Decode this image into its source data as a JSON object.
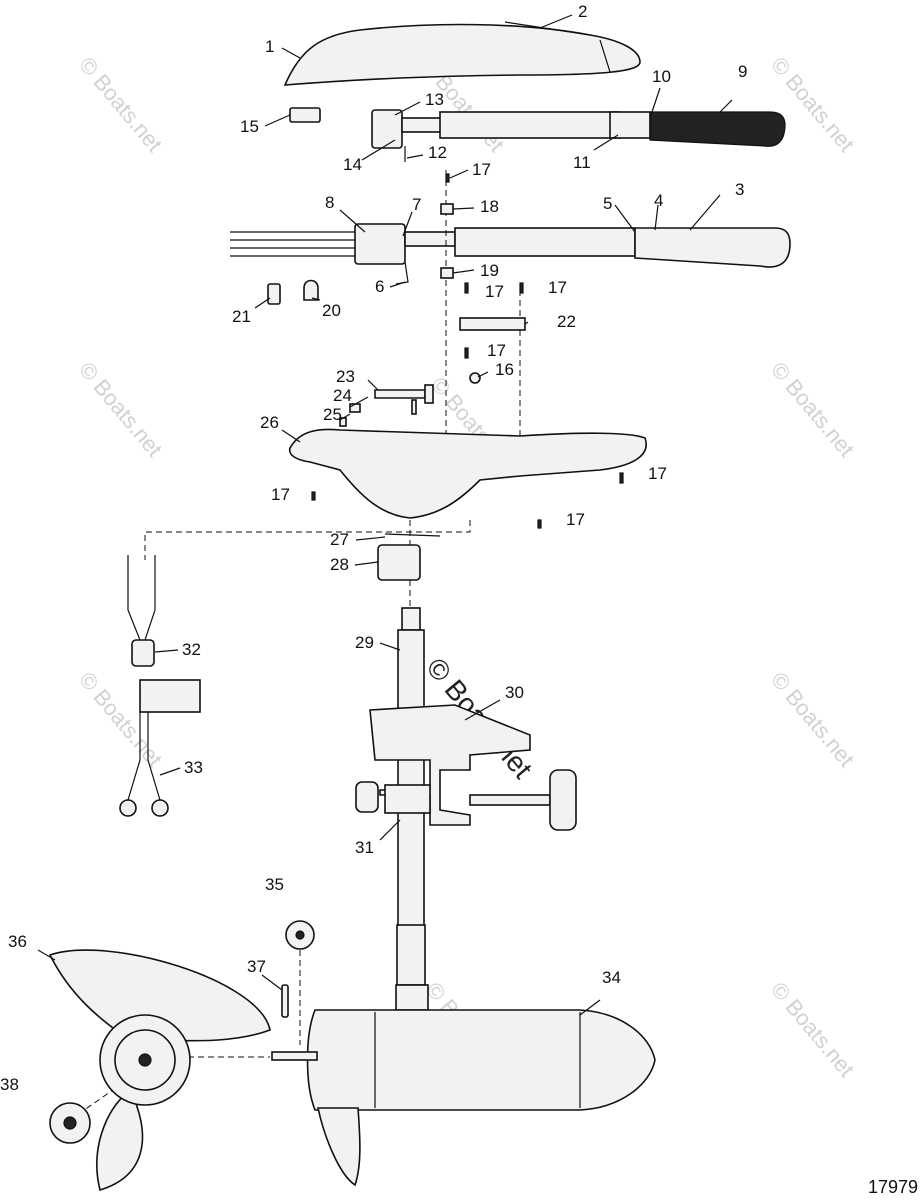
{
  "watermark": "© Boats.net",
  "figure_number": "17979",
  "callouts": [
    "1",
    "2",
    "3",
    "4",
    "5",
    "6",
    "7",
    "8",
    "9",
    "10",
    "11",
    "12",
    "13",
    "14",
    "15",
    "16",
    "17",
    "18",
    "19",
    "20",
    "21",
    "22",
    "23",
    "24",
    "25",
    "26",
    "27",
    "28",
    "29",
    "30",
    "31",
    "32",
    "33",
    "34",
    "35",
    "36",
    "37",
    "38"
  ]
}
